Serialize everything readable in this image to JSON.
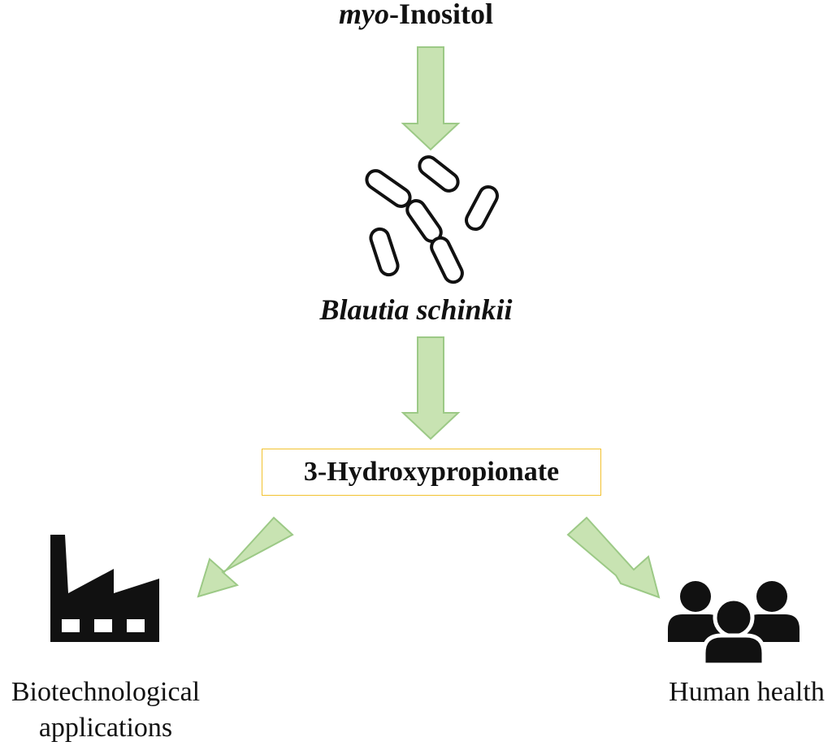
{
  "substrate": {
    "prefix": "myo",
    "name": "-Inositol"
  },
  "organism": {
    "name": "Blautia schinkii"
  },
  "product": {
    "name": "3-Hydroxypropionate"
  },
  "outcomes": {
    "biotech": {
      "line1": "Biotechnological",
      "line2": "applications",
      "icon": "factory-icon"
    },
    "health": {
      "label": "Human health",
      "icon": "people-icon"
    }
  },
  "colors": {
    "arrow_fill": "#c8e3b2",
    "arrow_stroke": "#9cc986",
    "box_border": "#f2c230",
    "ink": "#111111"
  }
}
